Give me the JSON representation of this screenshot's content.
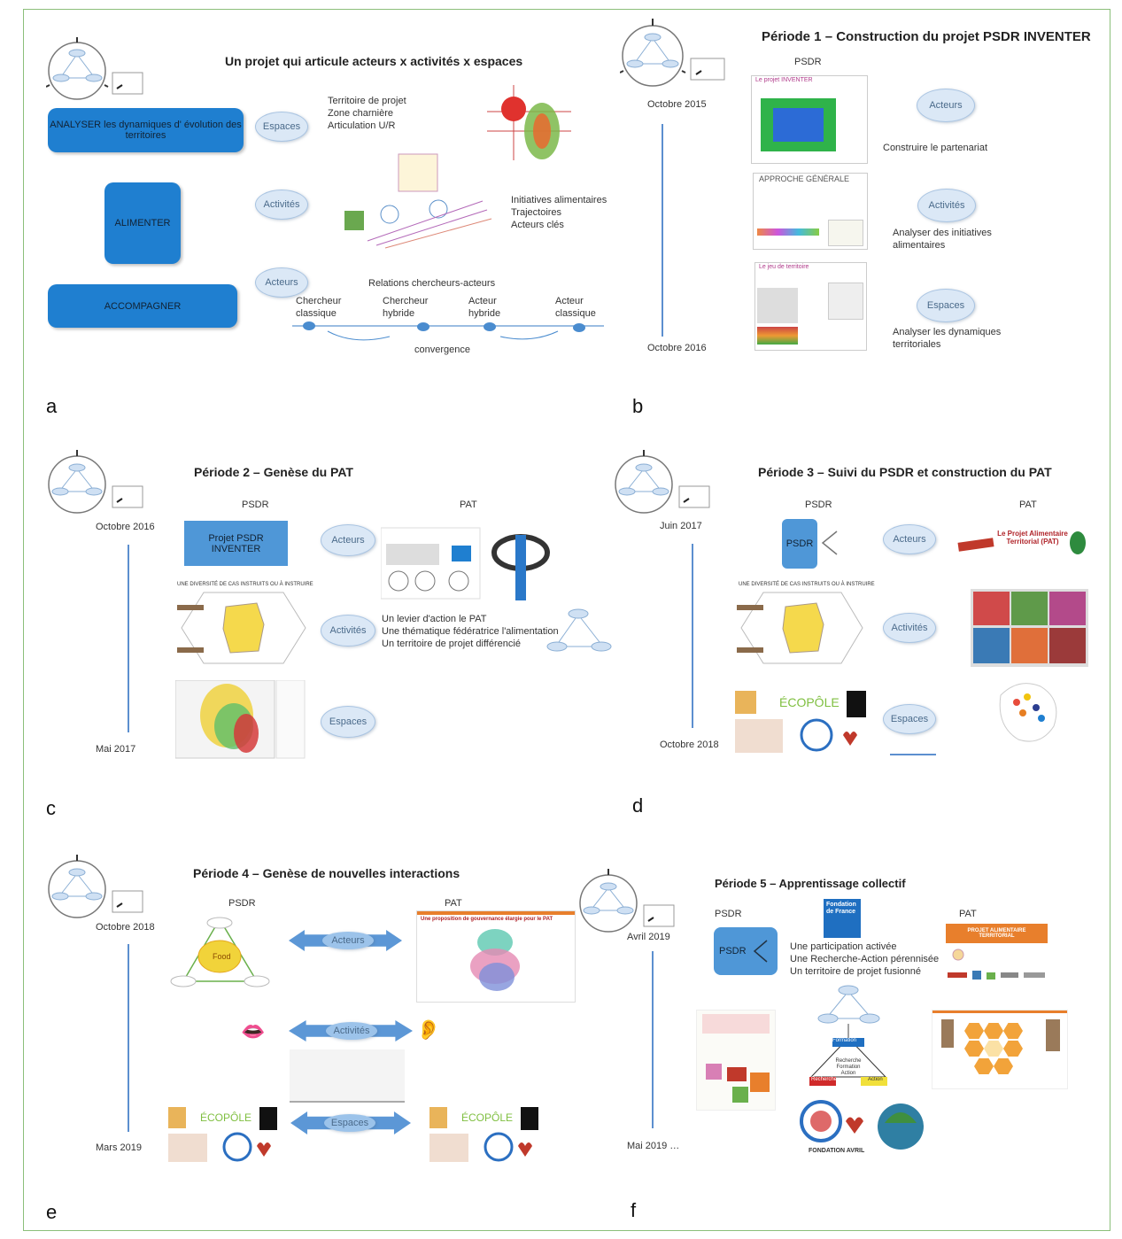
{
  "panels": {
    "a": {
      "letter": "a",
      "title": "Un projet qui articule acteurs x activités x espaces",
      "boxes": [
        "ANALYSER les dynamiques d' évolution des territoires",
        "ALIMENTER",
        "ACCOMPAGNER"
      ],
      "ovals": [
        "Espaces",
        "Activités",
        "Acteurs"
      ],
      "espaces_text": [
        "Territoire de projet",
        "Zone charnière",
        "Articulation U/R"
      ],
      "activites_text": [
        "Initiatives alimentaires",
        "Trajectoires",
        "Acteurs clés"
      ],
      "relations_title": "Relations chercheurs-acteurs",
      "relations_labels": [
        "Chercheur classique",
        "Chercheur hybride",
        "Acteur hybride",
        "Acteur classique"
      ],
      "convergence": "convergence"
    },
    "b": {
      "letter": "b",
      "title": "Période 1 – Construction du projet PSDR INVENTER",
      "psdr": "PSDR",
      "date_start": "Octobre 2015",
      "date_end": "Octobre 2016",
      "ovals": [
        "Acteurs",
        "Activités",
        "Espaces"
      ],
      "texts": [
        "Construire le partenariat",
        "Analyser des initiatives alimentaires",
        "Analyser les dynamiques territoriales"
      ],
      "thumb_titles": [
        "Le projet INVENTER",
        "APPROCHE GÉNÉRALE",
        "Le jeu de territoire"
      ]
    },
    "c": {
      "letter": "c",
      "title": "Période 2 – Genèse du PAT",
      "psdr": "PSDR",
      "pat": "PAT",
      "date_start": "Octobre 2016",
      "date_end": "Mai 2017",
      "project_box": "Projet PSDR INVENTER",
      "diversity": "UNE DIVERSITÉ DE CAS INSTRUITS OU À INSTRUIRE",
      "ovals": [
        "Acteurs",
        "Activités",
        "Espaces"
      ],
      "pat_text": [
        "Un levier d'action le PAT",
        "Une thématique fédératrice l'alimentation",
        "Un territoire de projet différencié"
      ]
    },
    "d": {
      "letter": "d",
      "title": "Période 3 – Suivi du PSDR et construction du PAT",
      "psdr": "PSDR",
      "pat": "PAT",
      "date_start": "Juin 2017",
      "date_end": "Octobre 2018",
      "psdr_box": "PSDR",
      "pat_project": "Le Projet Alimentaire Territorial (PAT)",
      "diversity": "UNE DIVERSITÉ DE CAS INSTRUITS OU À INSTRUIRE",
      "ovals": [
        "Acteurs",
        "Activités",
        "Espaces"
      ]
    },
    "e": {
      "letter": "e",
      "title": "Période 4 – Genèse de nouvelles interactions",
      "psdr": "PSDR",
      "pat": "PAT",
      "date_start": "Octobre 2018",
      "date_end": "Mars 2019",
      "arrows": [
        "Acteurs",
        "Activités",
        "Espaces"
      ],
      "food": "Food",
      "pat_slide_title": "Une proposition de gouvernance élargie pour le PAT"
    },
    "f": {
      "letter": "f",
      "title": "Période 5 – Apprentissage collectif",
      "psdr": "PSDR",
      "pat": "PAT",
      "date_start": "Avril 2019",
      "date_end": "Mai 2019 …",
      "psdr_box": "PSDR",
      "fondation": "Fondation de France",
      "points": [
        "Une participation activée",
        "Une Recherche-Action pérennisée",
        "Un territoire de projet fusionné"
      ],
      "pat_banner": "PROJET ALIMENTAIRE TERRITORIAL",
      "pyramid_labels": [
        "Formation",
        "Recherche Formation Action",
        "Recherche",
        "Action"
      ],
      "fondation_avril": "FONDATION AVRIL"
    }
  },
  "colors": {
    "frame": "#8bbf7a",
    "blue_box": "#1f7fd0",
    "oval_fill": "#dbe8f6",
    "timeline": "#5c8fcf",
    "orange": "#e87f2c"
  }
}
